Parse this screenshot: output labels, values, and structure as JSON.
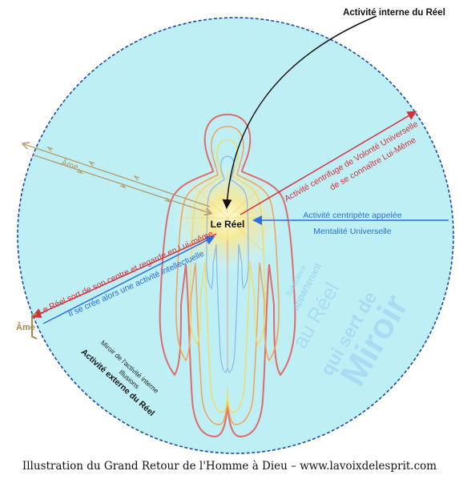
{
  "labels": {
    "top_internal": "Activité interne du Réel",
    "le_reel": "Le Réel",
    "centrifuge_1": "Activité centrifuge de Volonté Universelle",
    "centrifuge_2": "de se connaître Lui-Même",
    "centripete_1": "Activité centripète appelée",
    "centripete_2": "Mentalité Universelle",
    "red_left": "Le Réel sort de son centre et regarde en Lui-même",
    "blue_left": "Il se crée alors une activité intellectuelle",
    "ame_top": "Âme",
    "ame_side": "Âme",
    "miroir_small_1": "Miroir de l'activité interne",
    "miroir_small_2": "Illusions",
    "externe": "Activité externe du Réel",
    "substance_1": "Substance",
    "substance_2": "appartenant",
    "au_reel": "au Réel",
    "qui_sert": "qui sert de",
    "miroir_big": "Miroir"
  },
  "caption": "Illustration du Grand Retour de l'Homme à Dieu – www.lavoixdelesprit.com",
  "colors": {
    "circle_fill": "#bdeff5",
    "circle_border": "#1a4aa8",
    "red": "#d6303a",
    "blue": "#2b6fe0",
    "tan": "#b59a6a",
    "miroir": "#a9dcf2"
  }
}
